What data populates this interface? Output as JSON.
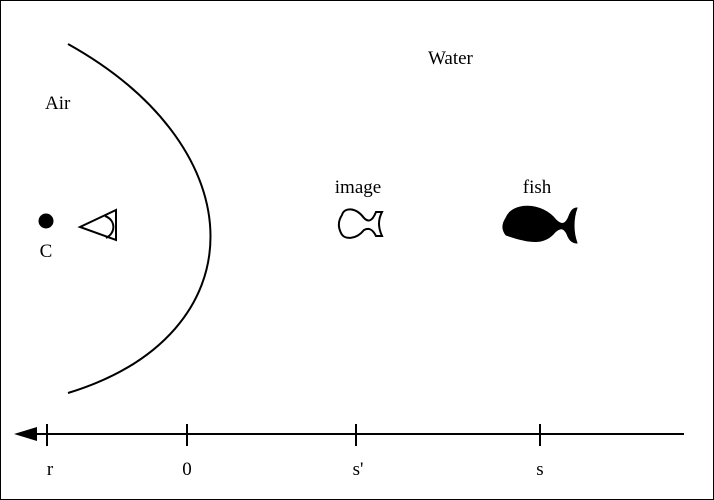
{
  "regions": {
    "air": "Air",
    "water": "Water"
  },
  "objects": {
    "center_label": "C",
    "image_label": "image",
    "fish_label": "fish"
  },
  "axis": {
    "ticks": [
      "r",
      "0",
      "s'",
      "s"
    ]
  },
  "colors": {
    "ink": "#000000",
    "background": "#ffffff"
  }
}
